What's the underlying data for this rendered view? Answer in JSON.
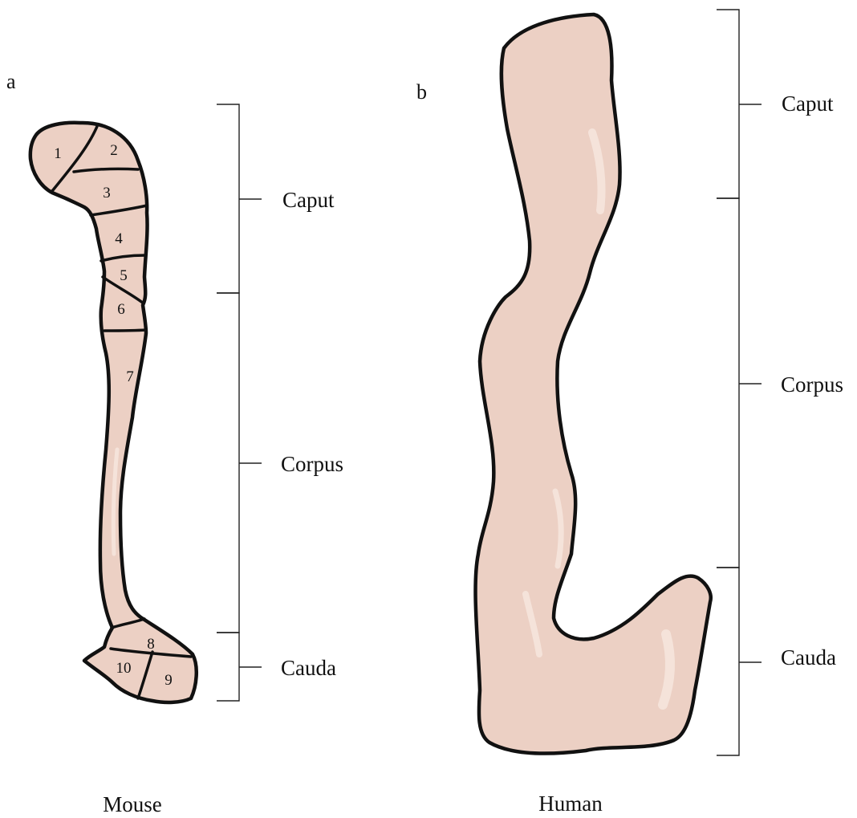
{
  "panels": {
    "mouse": {
      "panel_label": "a",
      "species": "Mouse",
      "regions": [
        "Caput",
        "Corpus",
        "Cauda"
      ],
      "segments": [
        "1",
        "2",
        "3",
        "4",
        "5",
        "6",
        "7",
        "8",
        "9",
        "10"
      ]
    },
    "human": {
      "panel_label": "b",
      "species": "Human",
      "regions": [
        "Caput",
        "Corpus",
        "Cauda"
      ]
    }
  },
  "colors": {
    "tissue_fill": "#ecd0c4",
    "outline": "#111111",
    "highlight": "#f7e6de"
  }
}
